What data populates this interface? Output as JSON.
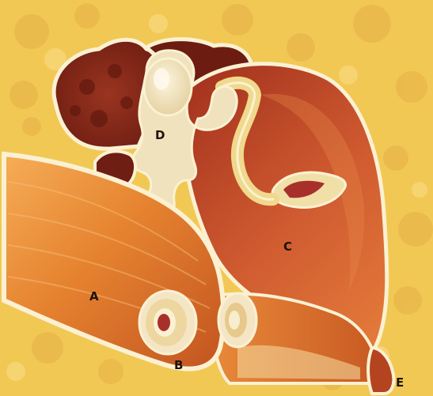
{
  "diagram": {
    "labels": {
      "a": "A",
      "b": "B",
      "c": "C",
      "d": "D",
      "e": "E"
    },
    "colors": {
      "background": "#f2c855",
      "background_blob": "#e9b548",
      "outline": "#fbf1d2",
      "muscle_light": "#f4a24a",
      "muscle_mid": "#e2772d",
      "muscle_dark": "#b9491d",
      "sac_light": "#d86a3a",
      "sac_mid": "#b94028",
      "sac_dark": "#8b2418",
      "cavity_dark": "#7d2417",
      "cream": "#f1e4c2",
      "lesion": "#a8302a"
    }
  }
}
